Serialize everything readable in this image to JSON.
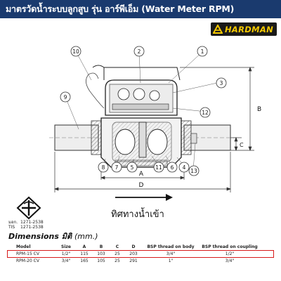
{
  "header": {
    "title": "มาตรวัดน้ำระบบลูกสูบ รุ่น อาร์พีเอ็ม (Water Meter RPM)"
  },
  "brand": {
    "name": "HARDMAN",
    "color": "#f5c800"
  },
  "colors": {
    "header_bg": "#1a3a6e",
    "highlight": "#d71a1a"
  },
  "drawing": {
    "callouts": [
      "1",
      "2",
      "3",
      "4",
      "5",
      "6",
      "7",
      "8",
      "9",
      "10",
      "11",
      "12",
      "13"
    ],
    "dimension_labels": {
      "a": "A",
      "b": "B",
      "c": "C",
      "d": "D"
    }
  },
  "certification": {
    "icon": "tis-standard-mark-icon",
    "lines": [
      {
        "label": "มอก.",
        "value": "1271-2538"
      },
      {
        "label": "TIS",
        "value": "1271-2538"
      }
    ]
  },
  "flow_direction": {
    "label": "ทิศทางน้ำเข้า"
  },
  "dimensions": {
    "title": "Dimensions มิติ",
    "unit": "(mm.)",
    "columns": [
      "Model",
      "Size",
      "A",
      "B",
      "C",
      "D",
      "BSP thread on body",
      "BSP thread on coupling"
    ],
    "rows": [
      [
        "RPM-15 CV",
        "1/2\"",
        "115",
        "103",
        "25",
        "203",
        "3/4\"",
        "1/2\""
      ],
      [
        "RPM-20 CV",
        "3/4\"",
        "165",
        "105",
        "25",
        "291",
        "1\"",
        "3/4\""
      ]
    ],
    "highlighted_row": 0
  }
}
